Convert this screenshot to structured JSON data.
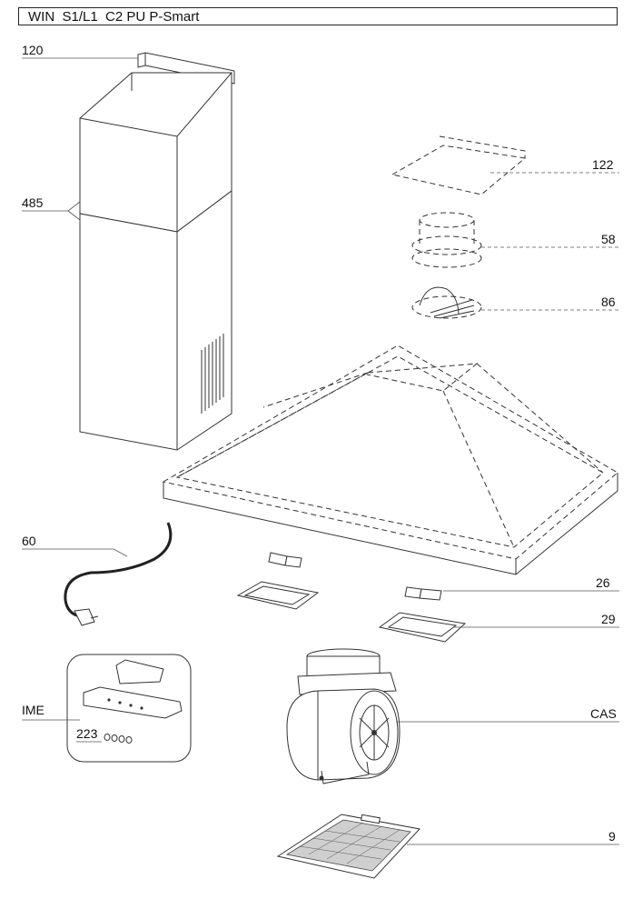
{
  "title": "WIN  S1/L1  C2 PU P-Smart",
  "parts": {
    "p120": "120",
    "p485": "485",
    "p122": "122",
    "p58": "58",
    "p86": "86",
    "p60": "60",
    "p26": "26",
    "p29": "29",
    "ime": "IME",
    "p223": "223",
    "cas": "CAS",
    "p9": "9"
  }
}
